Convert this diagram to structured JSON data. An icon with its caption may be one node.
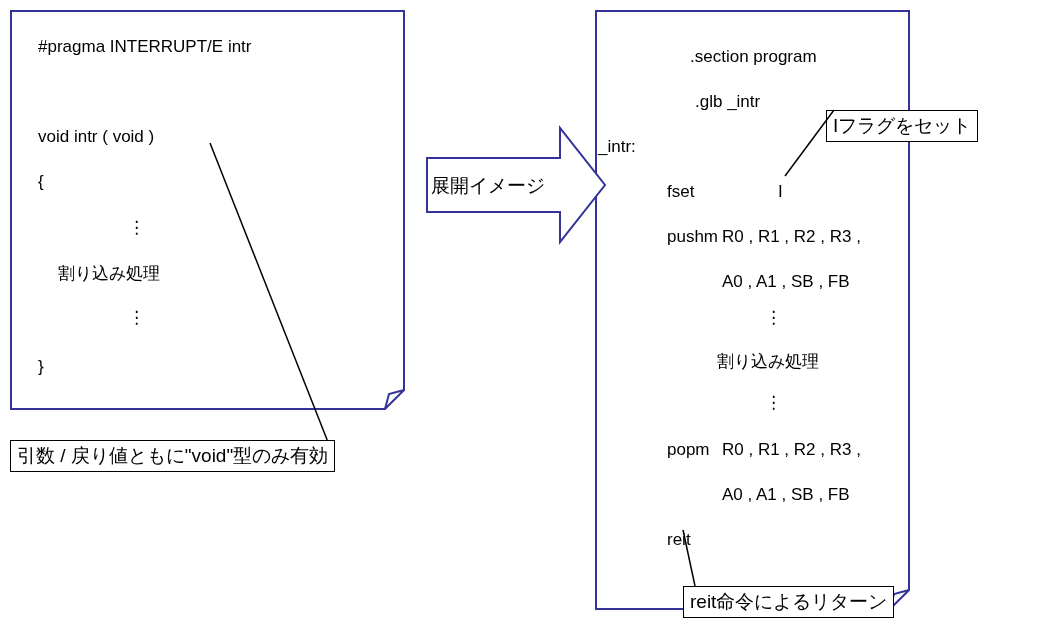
{
  "diagram": {
    "nodes": [
      {
        "text": [
          "#pragma  INTERRUPT/E  intr",
          "void  intr ( void )",
          "{",
          "⋮",
          "割り込み処理",
          "⋮",
          "}"
        ]
      },
      {
        "text": [
          "引数 / 戻り値ともに\"void\"型のみ有効"
        ]
      },
      {
        "text": [
          ".section  program",
          ".glb  _intr",
          "_intr:",
          "fset",
          "I",
          "pushm",
          "R0 , R1 , R2 , R3 ,",
          "A0 , A1 , SB , FB",
          "⋮",
          "割り込み処理",
          "⋮",
          "popm",
          "R0 , R1 , R2 , R3 ,",
          "A0 , A1 , SB , FB",
          "reit"
        ]
      },
      {
        "text": [
          "Iフラグをセット"
        ]
      },
      {
        "text": [
          "reit命令によるリターン"
        ]
      }
    ],
    "edges": [
      {
        "from": 0,
        "to": 2,
        "arrow": "to",
        "label": "展開イメージ"
      },
      {
        "from": 1,
        "to": 0,
        "arrow": "none"
      },
      {
        "from": 3,
        "to": 2,
        "arrow": "none"
      },
      {
        "from": 4,
        "to": 2,
        "arrow": "none"
      }
    ]
  }
}
